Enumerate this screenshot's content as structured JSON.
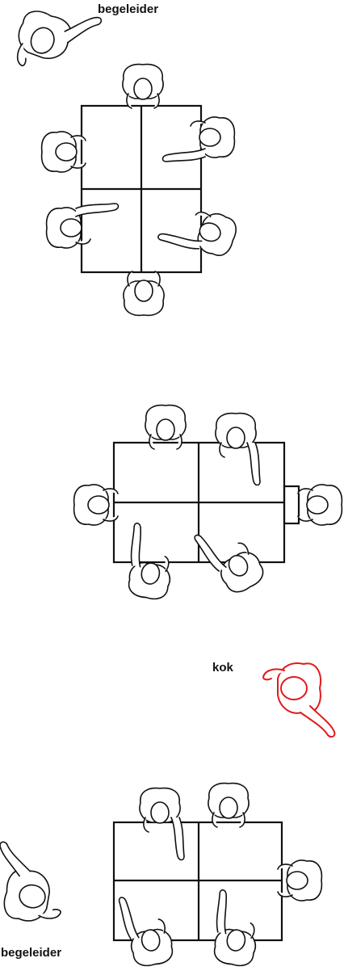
{
  "labels": {
    "top_supervisor": "begeleider",
    "cook": "kok",
    "bottom_supervisor": "begeleider"
  },
  "colors": {
    "line": "#111111",
    "cook": "#e21a1a",
    "background": "#ffffff"
  }
}
